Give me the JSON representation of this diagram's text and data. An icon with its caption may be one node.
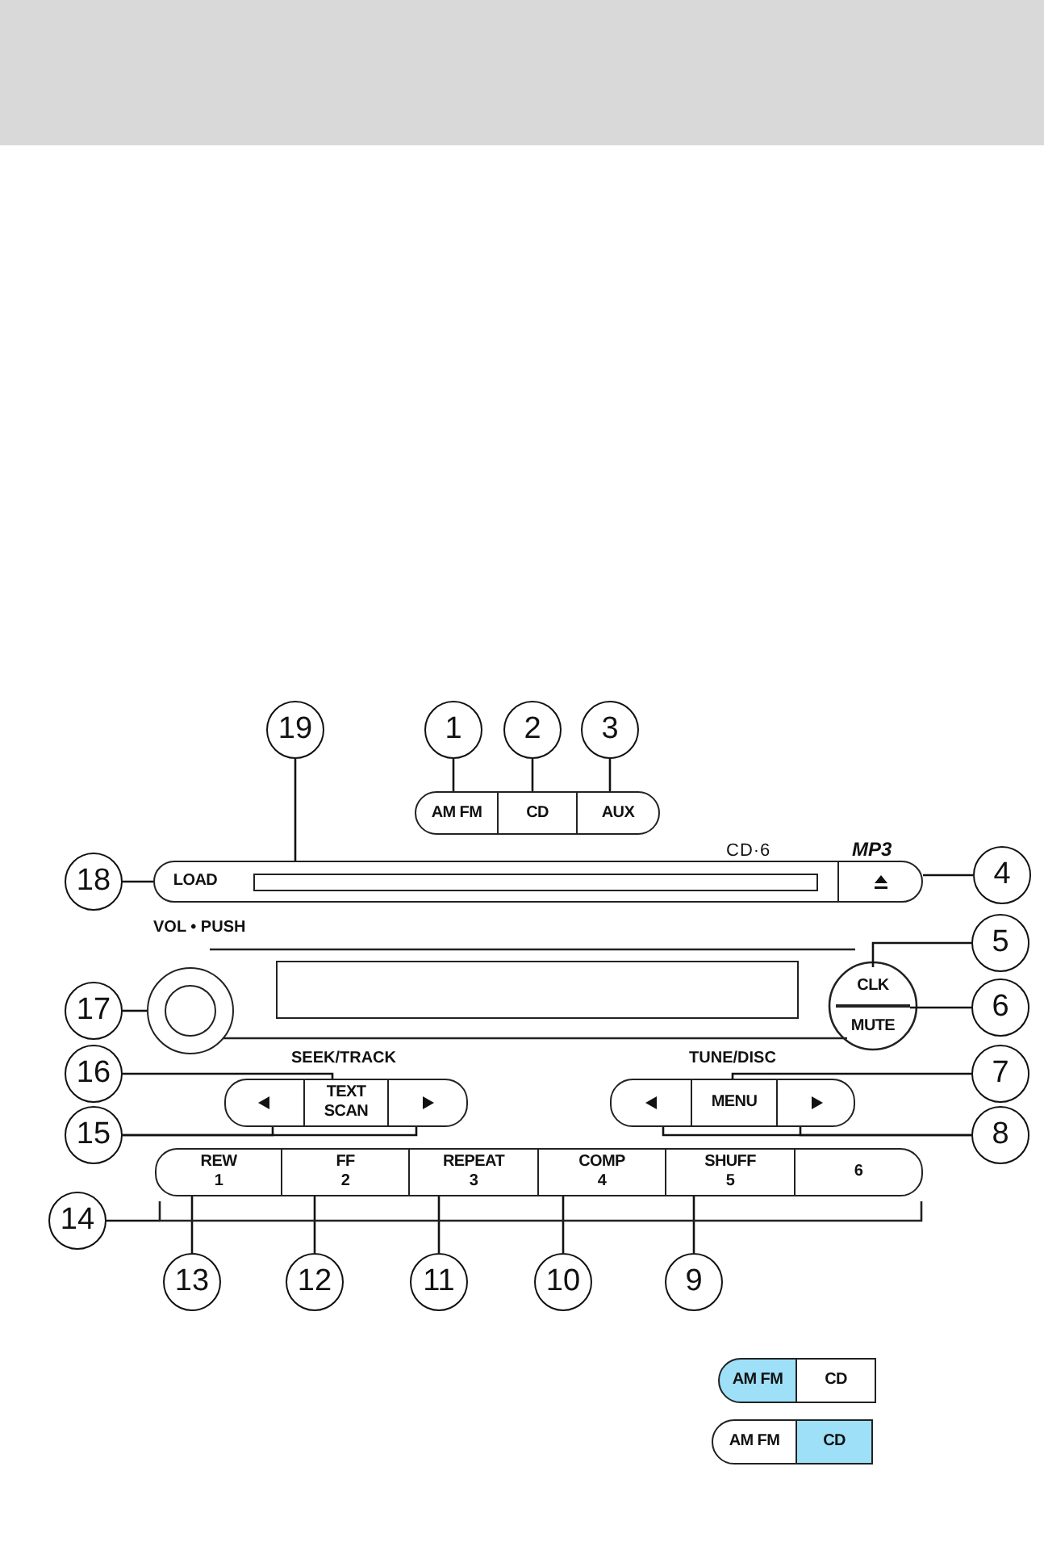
{
  "diagram": {
    "nodes": [
      {
        "text": [
          "19"
        ]
      },
      {
        "text": [
          "1"
        ]
      },
      {
        "text": [
          "2"
        ]
      },
      {
        "text": [
          "3"
        ]
      },
      {
        "text": [
          "18"
        ]
      },
      {
        "text": [
          "4"
        ]
      },
      {
        "text": [
          "5"
        ]
      },
      {
        "text": [
          "6"
        ]
      },
      {
        "text": [
          "17"
        ]
      },
      {
        "text": [
          "16"
        ]
      },
      {
        "text": [
          "7"
        ]
      },
      {
        "text": [
          "15"
        ]
      },
      {
        "text": [
          "8"
        ]
      },
      {
        "text": [
          "14"
        ]
      },
      {
        "text": [
          "13"
        ]
      },
      {
        "text": [
          "12"
        ]
      },
      {
        "text": [
          "11"
        ]
      },
      {
        "text": [
          "10"
        ]
      },
      {
        "text": [
          "9"
        ]
      },
      {
        "text": [
          "AM FM"
        ]
      },
      {
        "text": [
          "CD"
        ]
      },
      {
        "text": [
          "AUX"
        ]
      },
      {
        "text": [
          "LOAD"
        ]
      },
      {
        "text": [],
        "shape": "box"
      },
      {
        "text": [],
        "shape": "box"
      },
      {
        "text": [],
        "shape": "circle"
      },
      {
        "text": [
          "CLK"
        ]
      },
      {
        "text": [
          "MUTE"
        ]
      },
      {
        "text": [],
        "shape": "box"
      },
      {
        "text": [
          "TEXT SCAN"
        ]
      },
      {
        "text": [],
        "shape": "box"
      },
      {
        "text": [],
        "shape": "box"
      },
      {
        "text": [
          "MENU"
        ]
      },
      {
        "text": [],
        "shape": "box"
      },
      {
        "text": [
          "REW",
          "1"
        ]
      },
      {
        "text": [
          "FF",
          "2"
        ]
      },
      {
        "text": [
          "REPEAT",
          "3"
        ]
      },
      {
        "text": [
          "COMP",
          "4"
        ]
      },
      {
        "text": [
          "SHUFF",
          "5"
        ]
      },
      {
        "text": [
          "6"
        ]
      },
      {
        "text": [
          "AM FM"
        ]
      },
      {
        "text": [
          "CD"
        ]
      },
      {
        "text": [
          "AM FM"
        ]
      },
      {
        "text": [
          "CD"
        ]
      },
      {
        "text": [],
        "shape": "bracket"
      },
      {
        "text": [],
        "shape": "box"
      }
    ],
    "edges": [
      {
        "from": 0,
        "to": 23,
        "arrow": "none"
      },
      {
        "from": 1,
        "to": 19,
        "arrow": "none"
      },
      {
        "from": 2,
        "to": 20,
        "arrow": "none"
      },
      {
        "from": 3,
        "to": 21,
        "arrow": "none"
      },
      {
        "from": 4,
        "to": 22,
        "arrow": "none"
      },
      {
        "from": 5,
        "to": 24,
        "arrow": "none"
      },
      {
        "from": 6,
        "to": 26,
        "arrow": "none"
      },
      {
        "from": 7,
        "to": 27,
        "arrow": "none"
      },
      {
        "from": 8,
        "to": 25,
        "arrow": "none"
      },
      {
        "from": 9,
        "to": 29,
        "arrow": "none"
      },
      {
        "from": 10,
        "to": 32,
        "arrow": "none"
      },
      {
        "from": 11,
        "to": 28,
        "arrow": "none"
      },
      {
        "from": 11,
        "to": 30,
        "arrow": "none"
      },
      {
        "from": 12,
        "to": 31,
        "arrow": "none"
      },
      {
        "from": 12,
        "to": 33,
        "arrow": "none"
      },
      {
        "from": 13,
        "to": 44,
        "arrow": "none"
      },
      {
        "from": 14,
        "to": 34,
        "arrow": "none"
      },
      {
        "from": 15,
        "to": 35,
        "arrow": "none"
      },
      {
        "from": 16,
        "to": 36,
        "arrow": "none"
      },
      {
        "from": 17,
        "to": 37,
        "arrow": "none"
      },
      {
        "from": 18,
        "to": 38,
        "arrow": "none"
      }
    ],
    "labels": [
      "CD·6",
      "MP3",
      "VOL • PUSH",
      "SEEK/TRACK",
      "TUNE/DISC"
    ]
  }
}
